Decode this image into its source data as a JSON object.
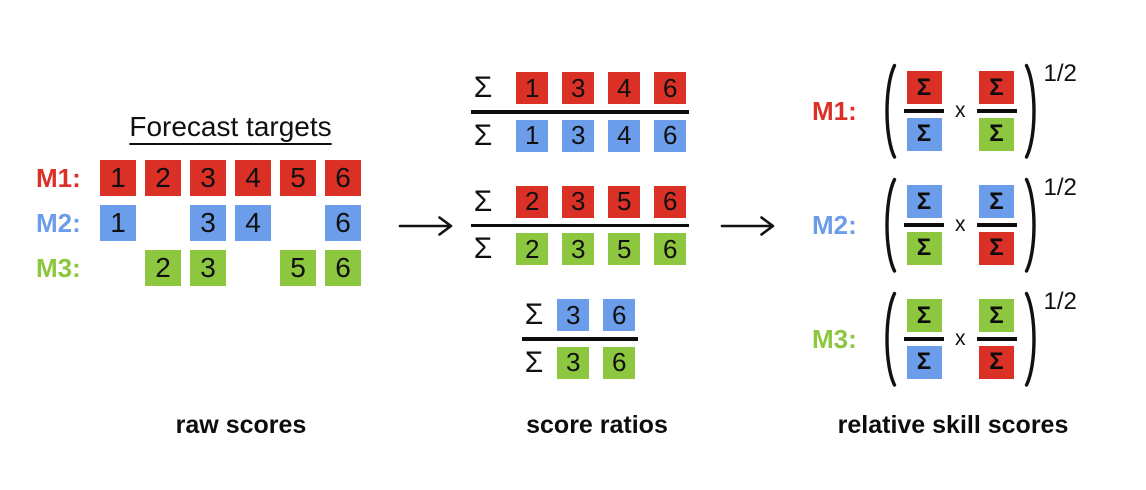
{
  "colors": {
    "red": "#DB3026",
    "blue": "#6C9DEB",
    "green": "#8DC63F",
    "ink": "#0d0d0d",
    "background": "#ffffff"
  },
  "raw_scores": {
    "caption": "raw scores",
    "title": "Forecast targets",
    "rows": [
      {
        "label": "M1:",
        "color": "red",
        "cells": [
          "1",
          "2",
          "3",
          "4",
          "5",
          "6"
        ]
      },
      {
        "label": "M2:",
        "color": "blue",
        "cells": [
          "1",
          "",
          "3",
          "4",
          "",
          "6"
        ]
      },
      {
        "label": "M3:",
        "color": "green",
        "cells": [
          "",
          "2",
          "3",
          "",
          "5",
          "6"
        ]
      }
    ]
  },
  "score_ratios": {
    "caption": "score ratios",
    "sigma": "Σ",
    "fractions": [
      {
        "numerator": {
          "color": "red",
          "values": [
            "1",
            "3",
            "4",
            "6"
          ]
        },
        "denominator": {
          "color": "blue",
          "values": [
            "1",
            "3",
            "4",
            "6"
          ]
        }
      },
      {
        "numerator": {
          "color": "red",
          "values": [
            "2",
            "3",
            "5",
            "6"
          ]
        },
        "denominator": {
          "color": "green",
          "values": [
            "2",
            "3",
            "5",
            "6"
          ]
        }
      },
      {
        "numerator": {
          "color": "blue",
          "values": [
            "3",
            "6"
          ]
        },
        "denominator": {
          "color": "green",
          "values": [
            "3",
            "6"
          ]
        }
      }
    ]
  },
  "relative_skill": {
    "caption": "relative skill scores",
    "sigma": "Σ",
    "multiply": "x",
    "exponent": "1/2",
    "open_paren": "(",
    "close_paren": ")",
    "rows": [
      {
        "label": "M1:",
        "color": "red",
        "fractions": [
          {
            "num": "red",
            "den": "blue"
          },
          {
            "num": "red",
            "den": "green"
          }
        ]
      },
      {
        "label": "M2:",
        "color": "blue",
        "fractions": [
          {
            "num": "blue",
            "den": "green"
          },
          {
            "num": "blue",
            "den": "red"
          }
        ]
      },
      {
        "label": "M3:",
        "color": "green",
        "fractions": [
          {
            "num": "green",
            "den": "blue"
          },
          {
            "num": "green",
            "den": "red"
          }
        ]
      }
    ]
  },
  "icons": {
    "flow_arrow": "arrow-right"
  }
}
